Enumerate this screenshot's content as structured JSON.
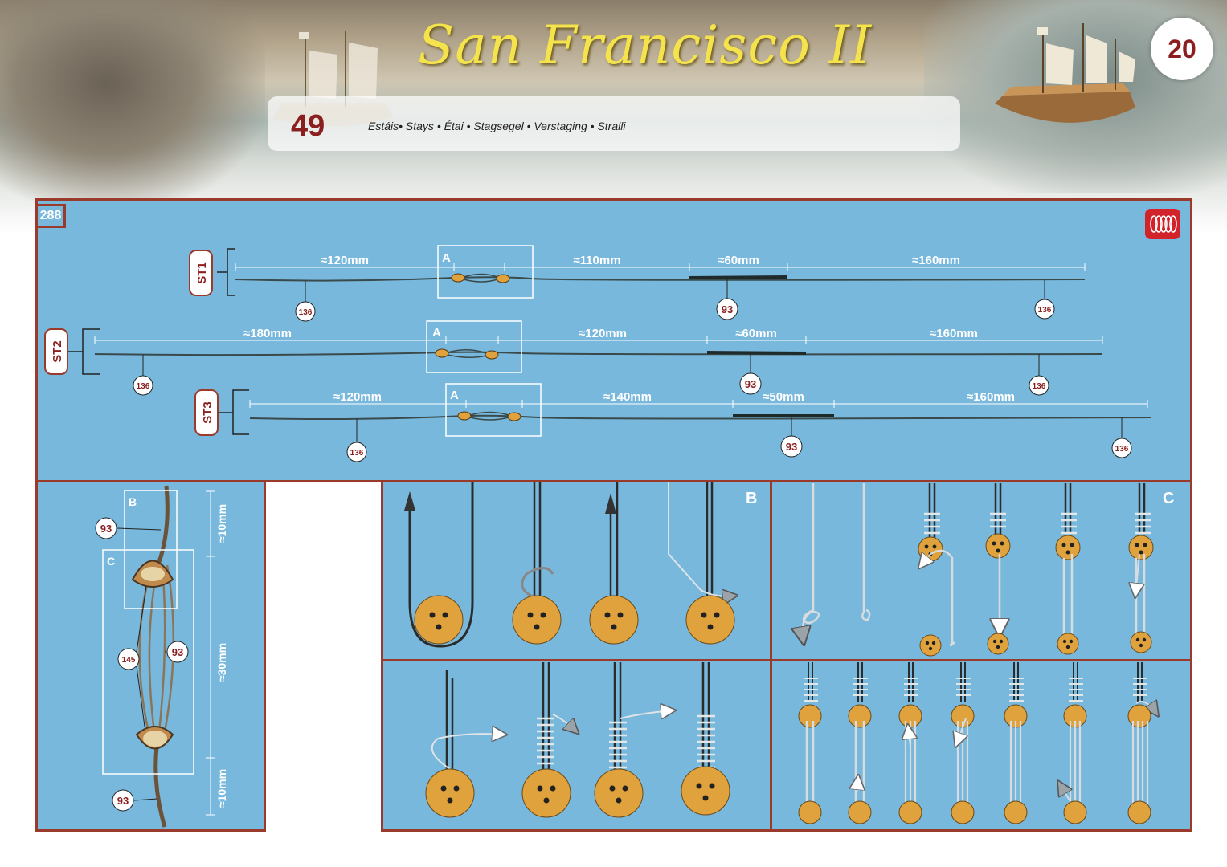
{
  "header": {
    "title": "San Francisco II",
    "page_number": "20",
    "step_number": "49",
    "step_caption": "Estáis• Stays • Étai • Stagsegel • Verstaging • Stralli"
  },
  "panel": {
    "number": "288",
    "icon": "thread-coil-icon"
  },
  "stays": [
    {
      "label": "ST1",
      "detail": "A",
      "segments": [
        "≈120mm",
        "≈110mm",
        "≈60mm",
        "≈160mm"
      ],
      "parts": [
        "136",
        "93",
        "136"
      ]
    },
    {
      "label": "ST2",
      "detail": "A",
      "segments": [
        "≈180mm",
        "≈120mm",
        "≈60mm",
        "≈160mm"
      ],
      "parts": [
        "136",
        "93",
        "136"
      ]
    },
    {
      "label": "ST3",
      "detail": "A",
      "segments": [
        "≈120mm",
        "≈140mm",
        "≈50mm",
        "≈160mm"
      ],
      "parts": [
        "136",
        "93",
        "136"
      ]
    }
  ],
  "detail_left": {
    "box_b": "B",
    "box_c": "C",
    "parts": [
      "93",
      "93",
      "145",
      "93"
    ],
    "dims": [
      "≈10mm",
      "≈30mm",
      "≈10mm"
    ]
  },
  "sequence_b": {
    "label": "B"
  },
  "sequence_c": {
    "label": "C"
  },
  "colors": {
    "panel": "#78b8dd",
    "border": "#9a3a2a",
    "part_text": "#8b1e1e",
    "bead": "#e0a23c"
  }
}
